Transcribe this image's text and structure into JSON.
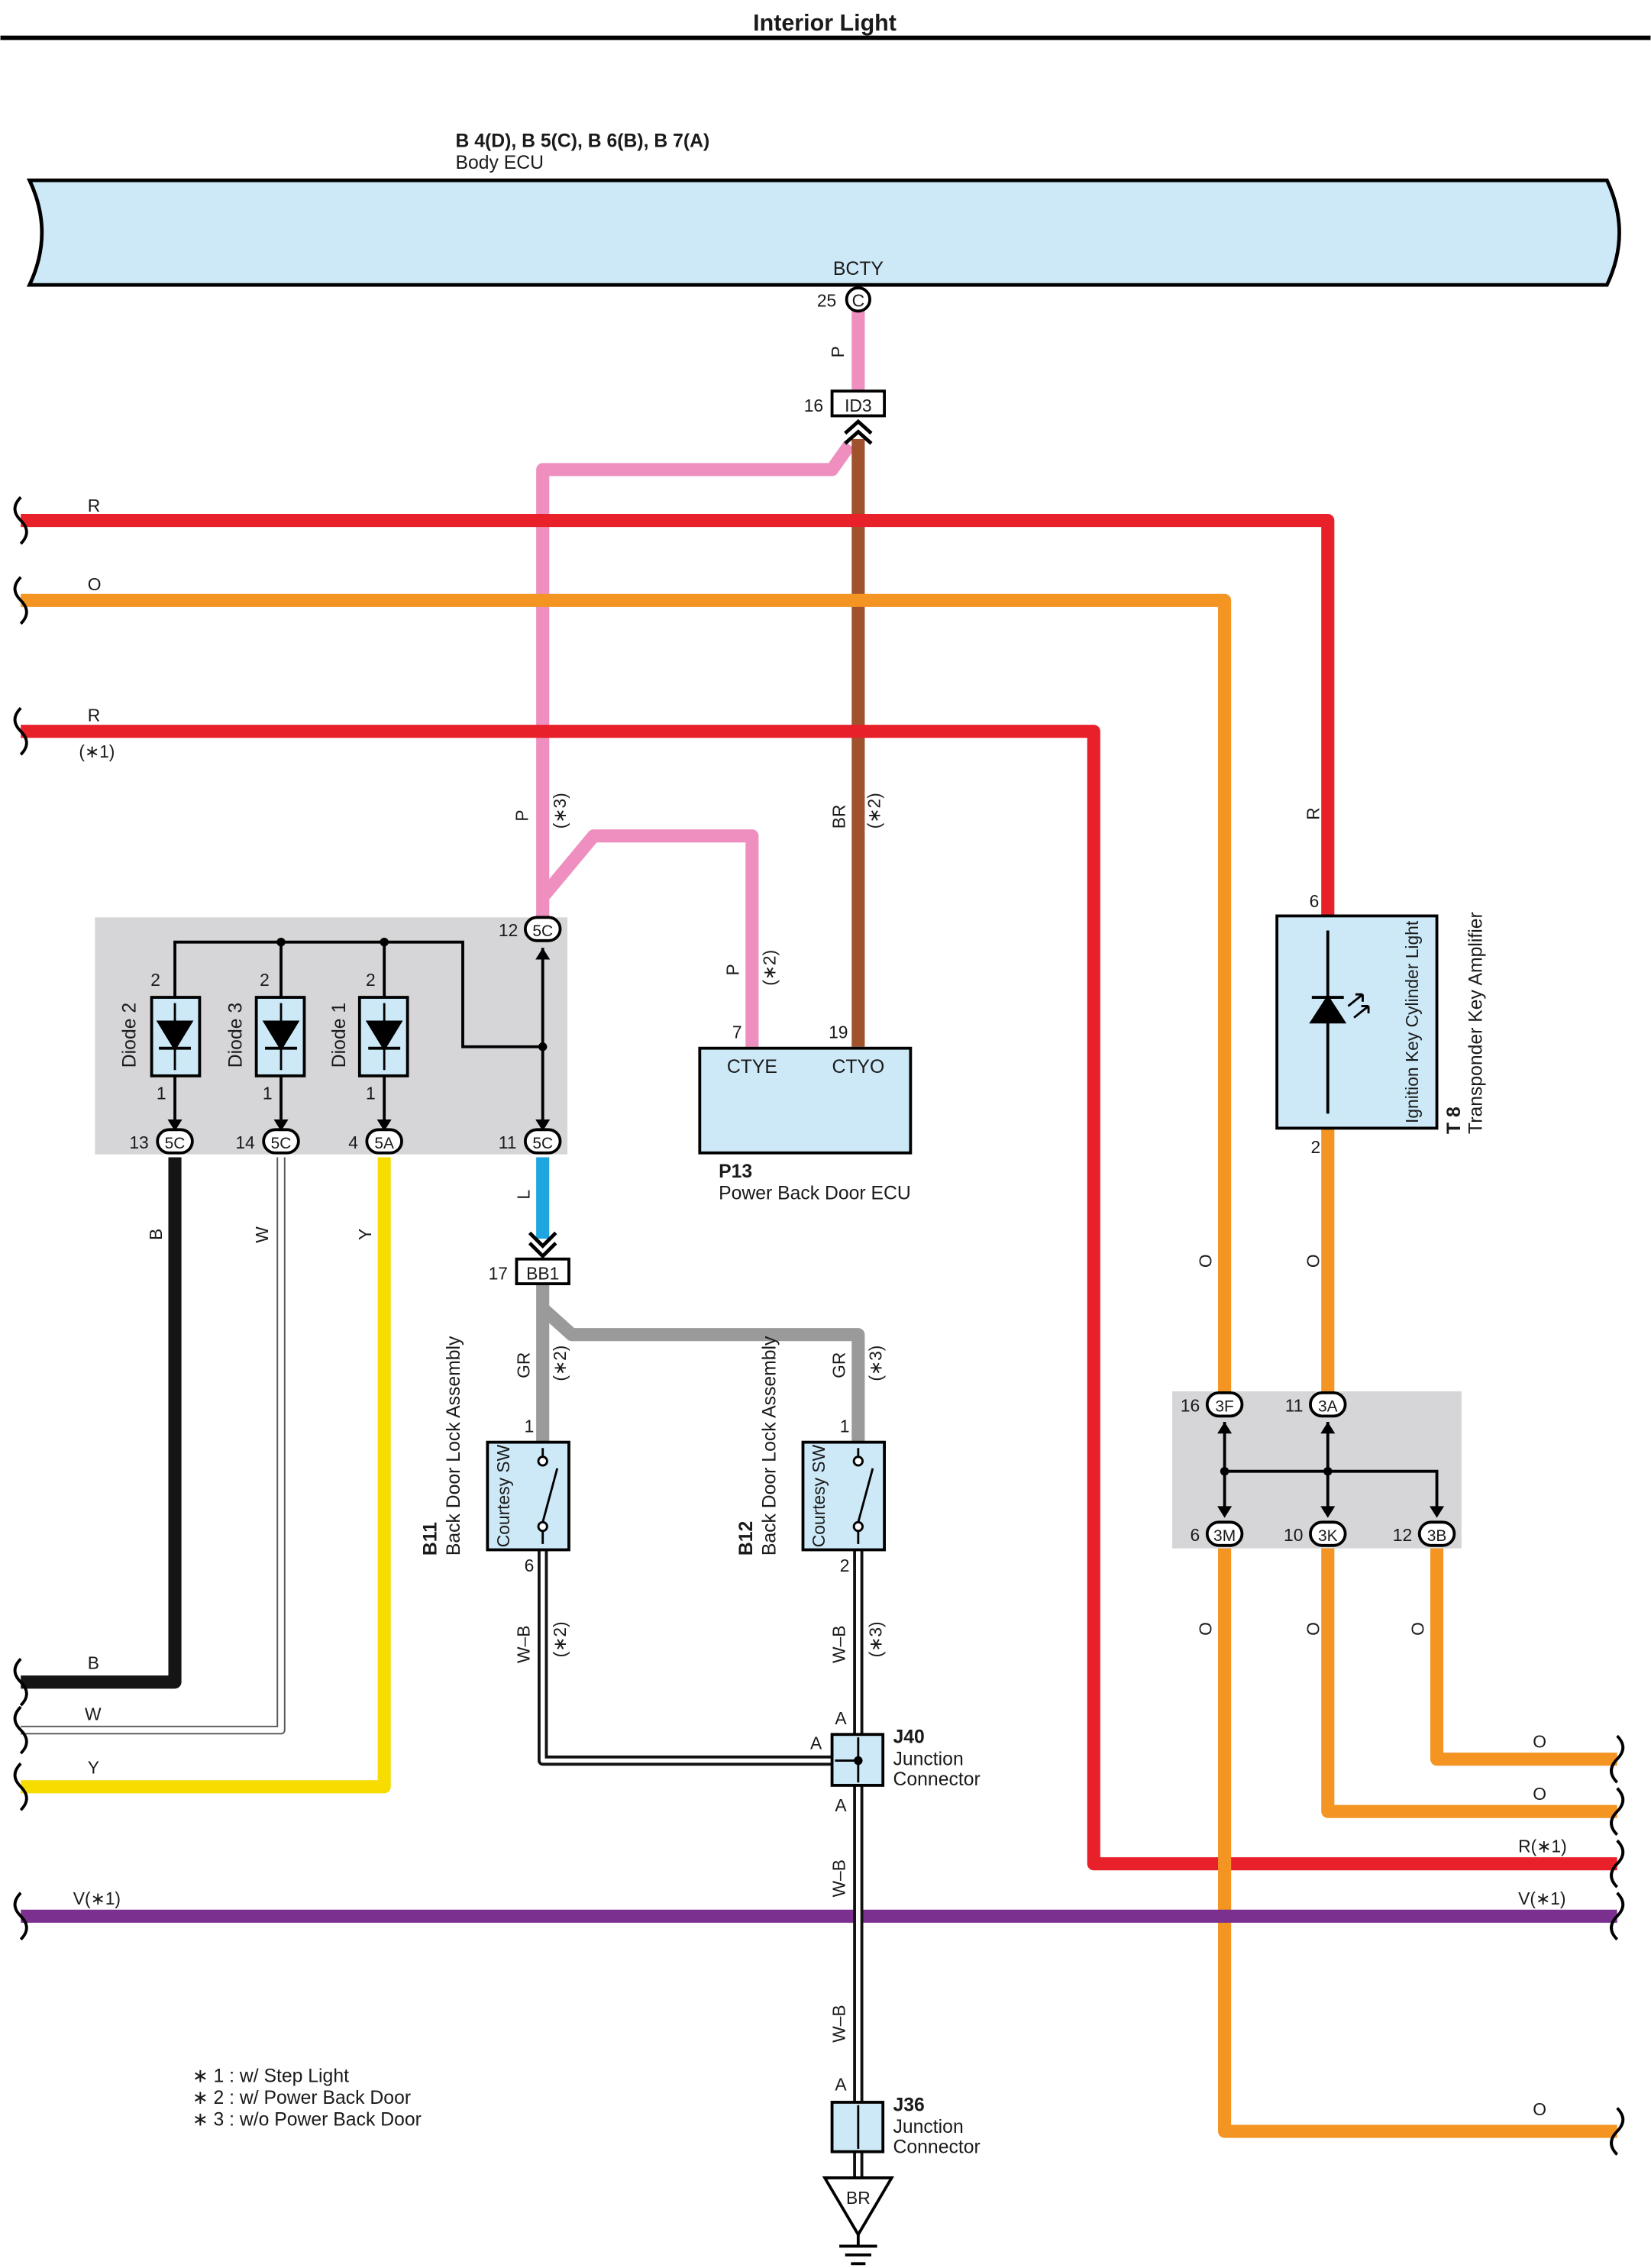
{
  "page": {
    "title": "Interior Light"
  },
  "colors": {
    "R": "#e8202a",
    "O": "#f39423",
    "P": "#ef8fbf",
    "BR": "#a0522d",
    "L": "#1ea6e0",
    "GR": "#9a9a9a",
    "B": "#151515",
    "Y": "#f7dc00",
    "V": "#7b2f8f",
    "ecu_fill": "#cde9f7",
    "box_fill": "#d6d6d8"
  },
  "body_ecu": {
    "codes": "B 4(D), B 5(C), B 6(B), B 7(A)",
    "name": "Body ECU",
    "terminal": "BCTY",
    "pin": "25",
    "connector": "C"
  },
  "connectors": {
    "id3": {
      "pin": "16",
      "name": "ID3"
    },
    "bb1": {
      "pin": "17",
      "name": "BB1"
    },
    "c5c_12": {
      "pin": "12",
      "name": "5C"
    },
    "c5c_11": {
      "pin": "11",
      "name": "5C"
    },
    "c5c_13": {
      "pin": "13",
      "name": "5C"
    },
    "c5c_14": {
      "pin": "14",
      "name": "5C"
    },
    "c5a_4": {
      "pin": "4",
      "name": "5A"
    },
    "c3f": {
      "pin": "16",
      "name": "3F"
    },
    "c3a": {
      "pin": "11",
      "name": "3A"
    },
    "c3m": {
      "pin": "6",
      "name": "3M"
    },
    "c3k": {
      "pin": "10",
      "name": "3K"
    },
    "c3b": {
      "pin": "12",
      "name": "3B"
    }
  },
  "diodes": [
    {
      "name": "Diode 2",
      "pin_top": "2",
      "pin_bottom": "1"
    },
    {
      "name": "Diode 3",
      "pin_top": "2",
      "pin_bottom": "1"
    },
    {
      "name": "Diode 1",
      "pin_top": "2",
      "pin_bottom": "1"
    }
  ],
  "wire_labels": {
    "r_top": "R",
    "o_top": "O",
    "r_step": "R",
    "r_step_note": "(∗1)",
    "p_left": "P",
    "p_left_note": "(∗3)",
    "br_mid": "BR",
    "br_mid_note": "(∗2)",
    "p_ecu": "P",
    "p_ecu_note": "(∗2)",
    "p_top": "P",
    "b_vert": "B",
    "w_vert": "W",
    "y_vert": "Y",
    "l_vert": "L",
    "gr_left": "GR",
    "gr_left_note": "(∗2)",
    "gr_right": "GR",
    "gr_right_note": "(∗3)",
    "r_t8": "R",
    "o_col1": "O",
    "o_col2": "O",
    "wb_b11": "W–B",
    "wb_b11_note": "(∗2)",
    "wb_b12": "W–B",
    "wb_b12_note": "(∗3)",
    "wb_mid": "W–B",
    "wb_low": "W–B",
    "o_low1": "O",
    "o_low2": "O",
    "o_low3": "O",
    "b_left": "B",
    "w_left": "W",
    "y_left": "Y",
    "v_left": "V(∗1)",
    "o_right1": "O",
    "o_right2": "O",
    "r_right": "R(∗1)",
    "v_right": "V(∗1)",
    "o_right3": "O"
  },
  "p13": {
    "id": "P13",
    "name": "Power Back Door ECU",
    "t1": "CTYE",
    "p1": "7",
    "t2": "CTYO",
    "p2": "19"
  },
  "t8": {
    "id": "T 8",
    "name": "Transponder Key Amplifier",
    "inner": "Ignition Key Cylinder Light",
    "pin_top": "6",
    "pin_bottom": "2"
  },
  "b11": {
    "id": "B11",
    "name": "Back Door Lock Assembly",
    "sw": "Courtesy SW",
    "pin_top": "1",
    "pin_bottom": "6"
  },
  "b12": {
    "id": "B12",
    "name": "Back Door Lock Assembly",
    "sw": "Courtesy SW",
    "pin_top": "1",
    "pin_bottom": "2"
  },
  "j40": {
    "id": "J40",
    "name": "Junction Connector",
    "pa": "A",
    "pb": "A",
    "pc": "A"
  },
  "j36": {
    "id": "J36",
    "name": "Junction Connector",
    "pa": "A"
  },
  "ground": {
    "label": "BR"
  },
  "notes": [
    "∗ 1 : w/ Step Light",
    "∗ 2 : w/ Power Back Door",
    "∗ 3 : w/o Power Back Door"
  ]
}
